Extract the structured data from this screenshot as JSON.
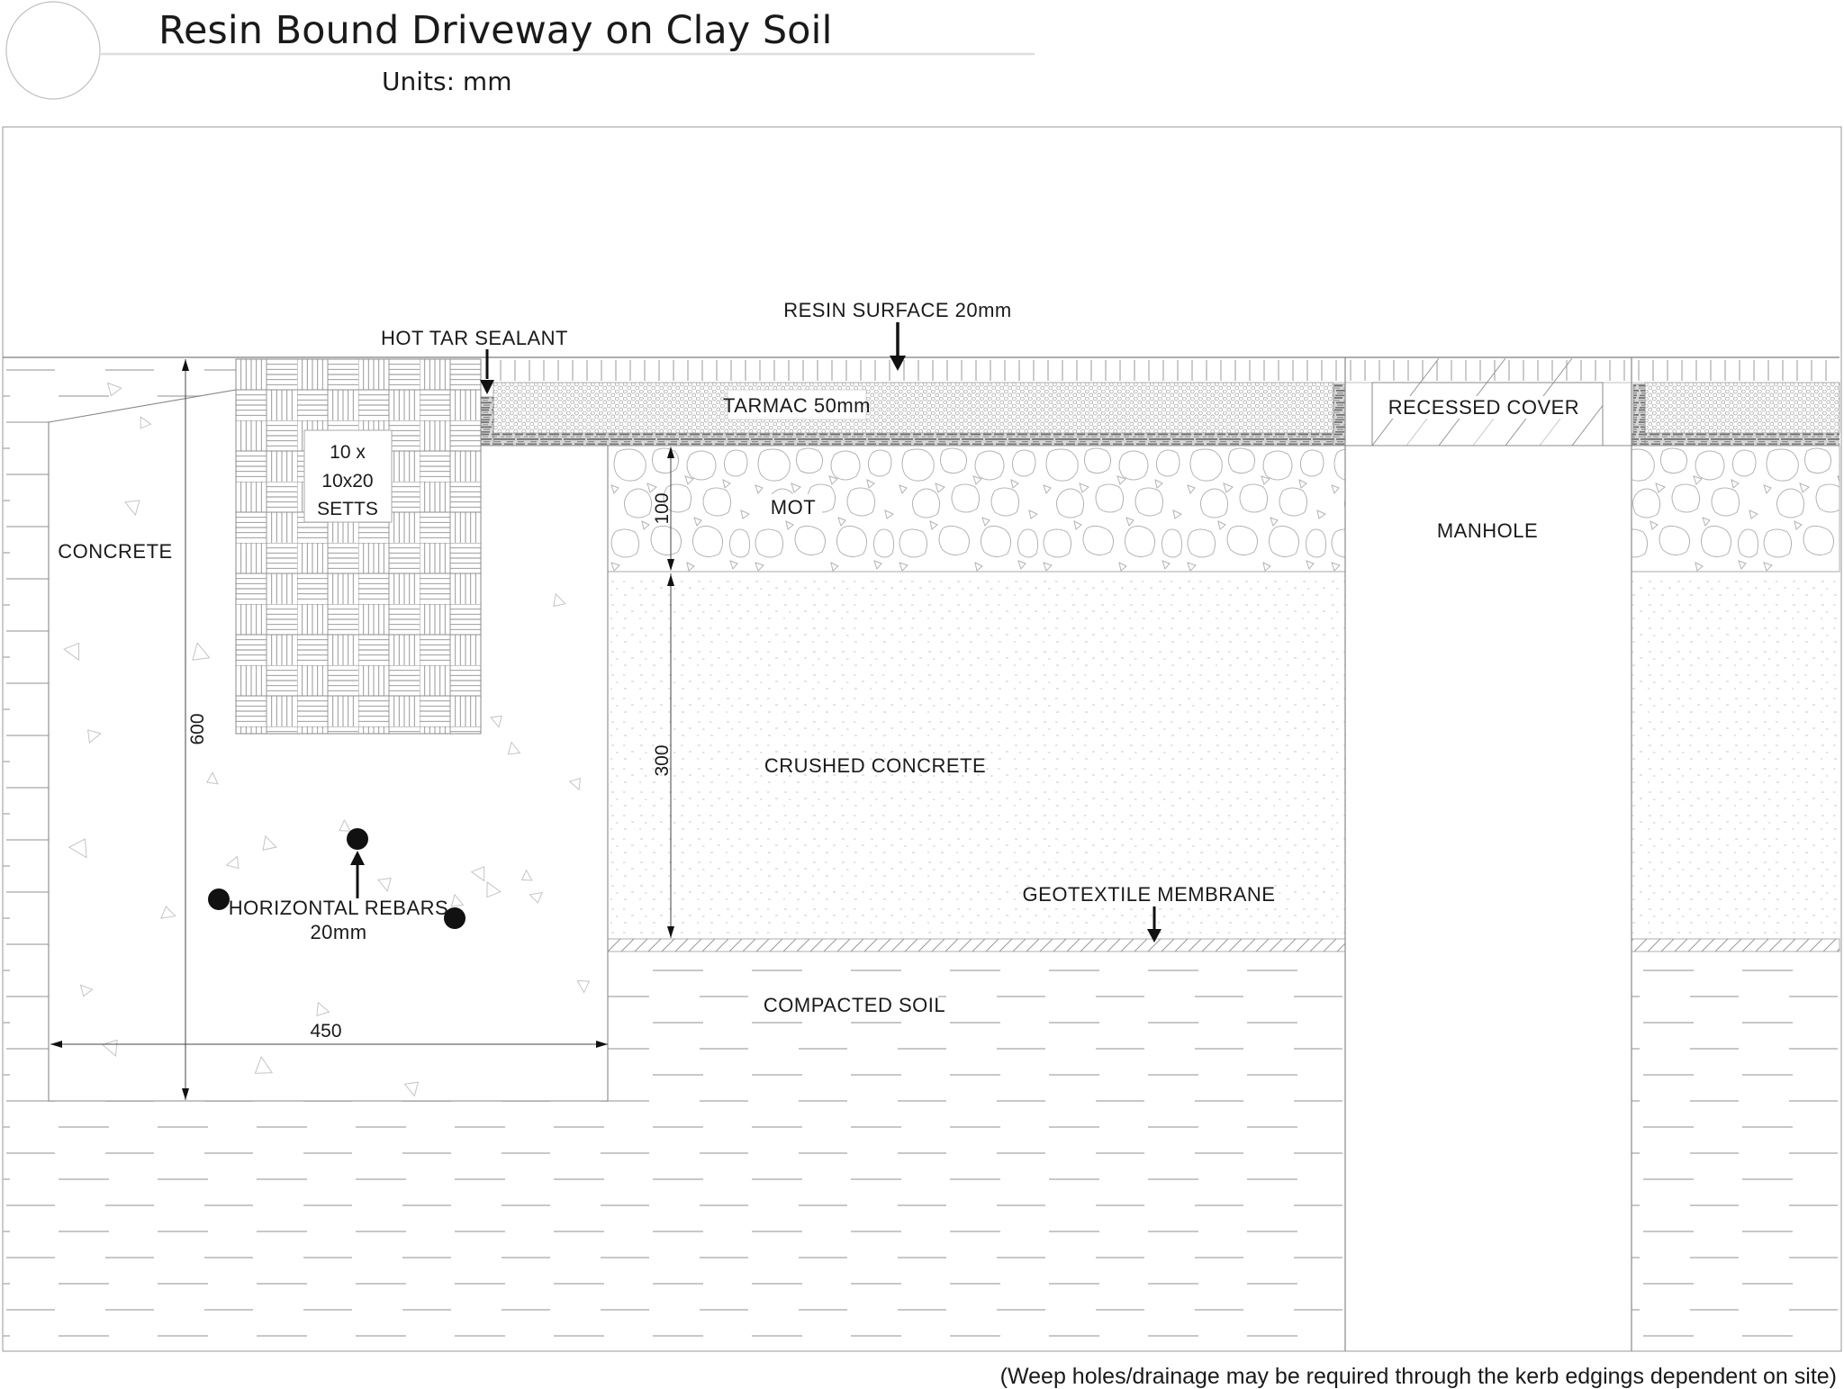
{
  "header": {
    "title": "Resin Bound Driveway on Clay Soil",
    "units": "Units: mm"
  },
  "layers": {
    "resin_surface": "RESIN SURFACE 20mm",
    "hot_tar_sealant": "HOT TAR SEALANT",
    "tarmac": "TARMAC 50mm",
    "mot": "MOT",
    "crushed_concrete": "CRUSHED CONCRETE",
    "geotextile_membrane": "GEOTEXTILE MEMBRANE",
    "compacted_soil": "COMPACTED SOIL",
    "concrete": "CONCRETE",
    "setts": {
      "line1": "10 x",
      "line2": "10x20",
      "line3": "SETTS"
    },
    "recessed_cover": "RECESSED COVER",
    "manhole": "MANHOLE",
    "rebars": {
      "line1": "HORIZONTAL REBARS",
      "line2": "20mm"
    }
  },
  "dimensions": {
    "kerb_depth": "600",
    "kerb_width": "450",
    "mot_depth": "100",
    "crushed_depth": "300"
  },
  "footnote": "(Weep holes/drainage may be required through the kerb edgings dependent on site)",
  "colors": {
    "line_gray": "#8c8c8c",
    "pattern_gray": "#b3b3b3",
    "text": "#1a1a1a",
    "black": "#111111"
  }
}
